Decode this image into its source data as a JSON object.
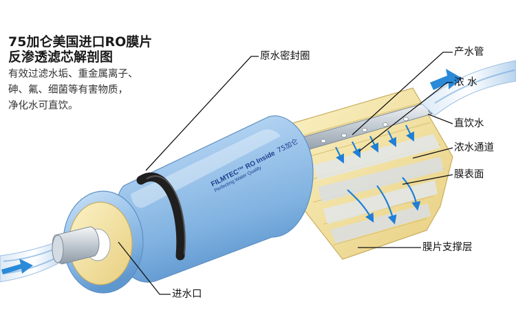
{
  "heading": {
    "line1": "75加仑美国进口RO膜片",
    "line2": "反渗透滤芯解剖图"
  },
  "description": {
    "line1": "有效过滤水垢、重金属离子、",
    "line2": "砷、氟、细菌等有害物质，",
    "line3": "净化水可直饮。"
  },
  "callouts": {
    "product_tube": "产水管",
    "concentrate": "浓 水",
    "seal_ring": "原水密封圈",
    "drinking_water": "直饮水",
    "concentrate_channel": "浓水通道",
    "membrane_surface": "膜表面",
    "membrane_support": "膜片支撑层",
    "water_inlet": "进水口"
  },
  "label": {
    "brand": "FILMTEC™ RO Inside",
    "capacity": "75加仑",
    "slogan": "Perfecting Water Quality"
  },
  "colors": {
    "cartridge_blue": "#9ec4e8",
    "membrane_yellow": "#f3e3a4",
    "water_arrow": "#2a8ad8"
  }
}
